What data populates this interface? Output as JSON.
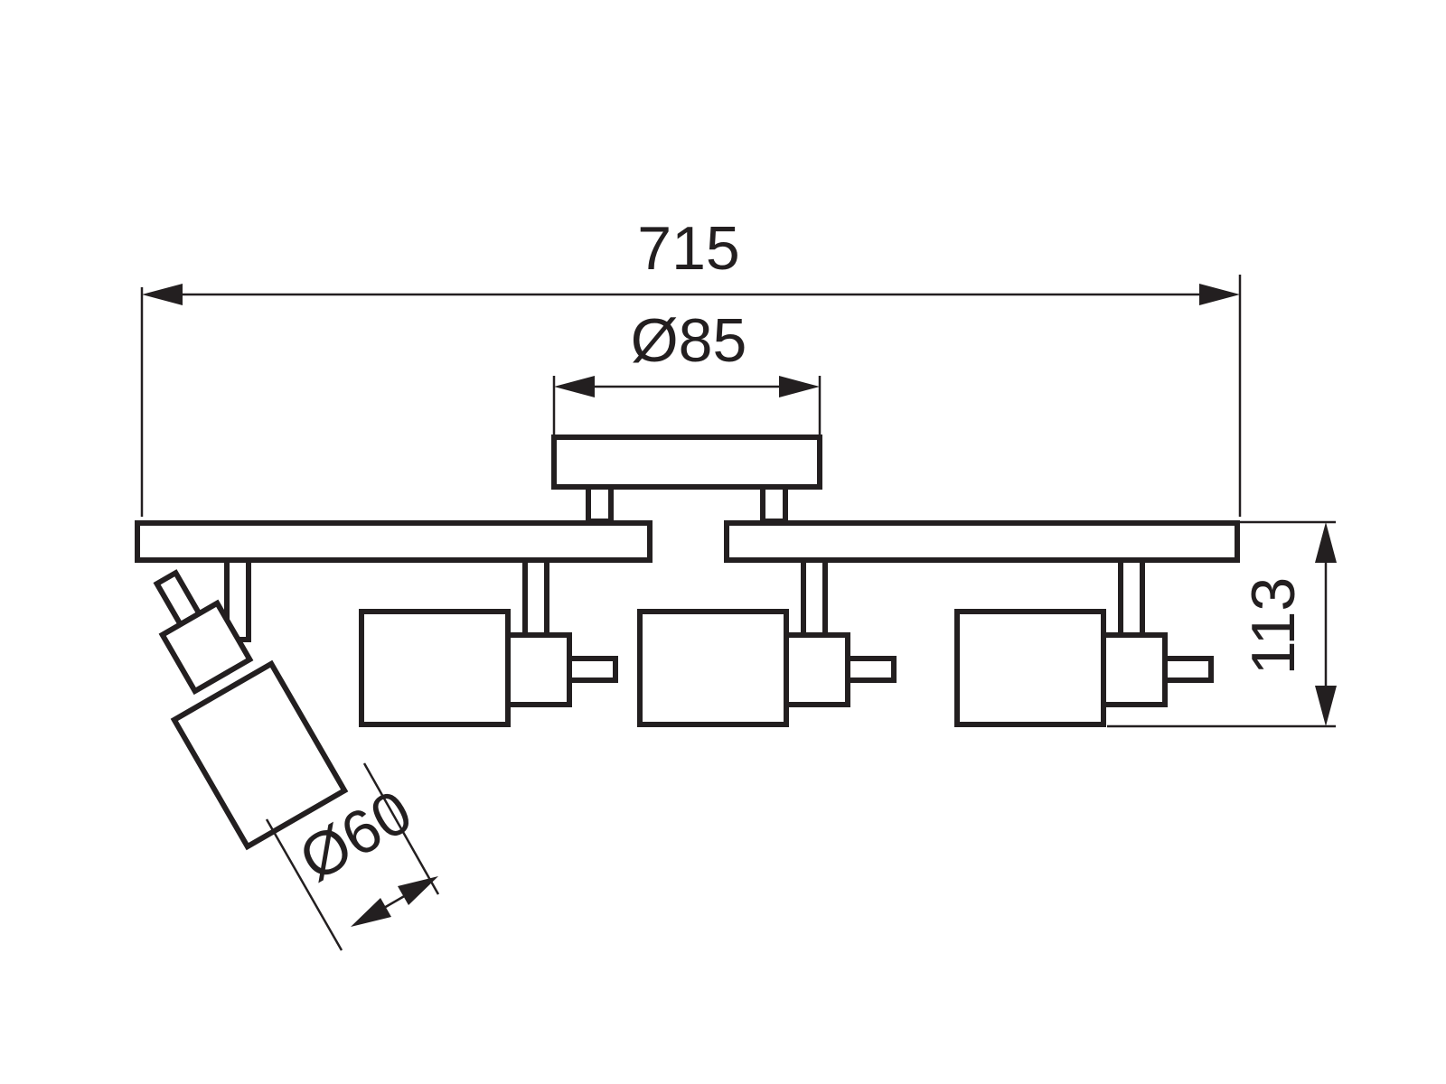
{
  "dimensions": {
    "overall_length": "715",
    "base_diameter": "Ø85",
    "height": "113",
    "spot_diameter": "Ø60"
  },
  "colors": {
    "line": "#231f20",
    "background": "#ffffff"
  }
}
